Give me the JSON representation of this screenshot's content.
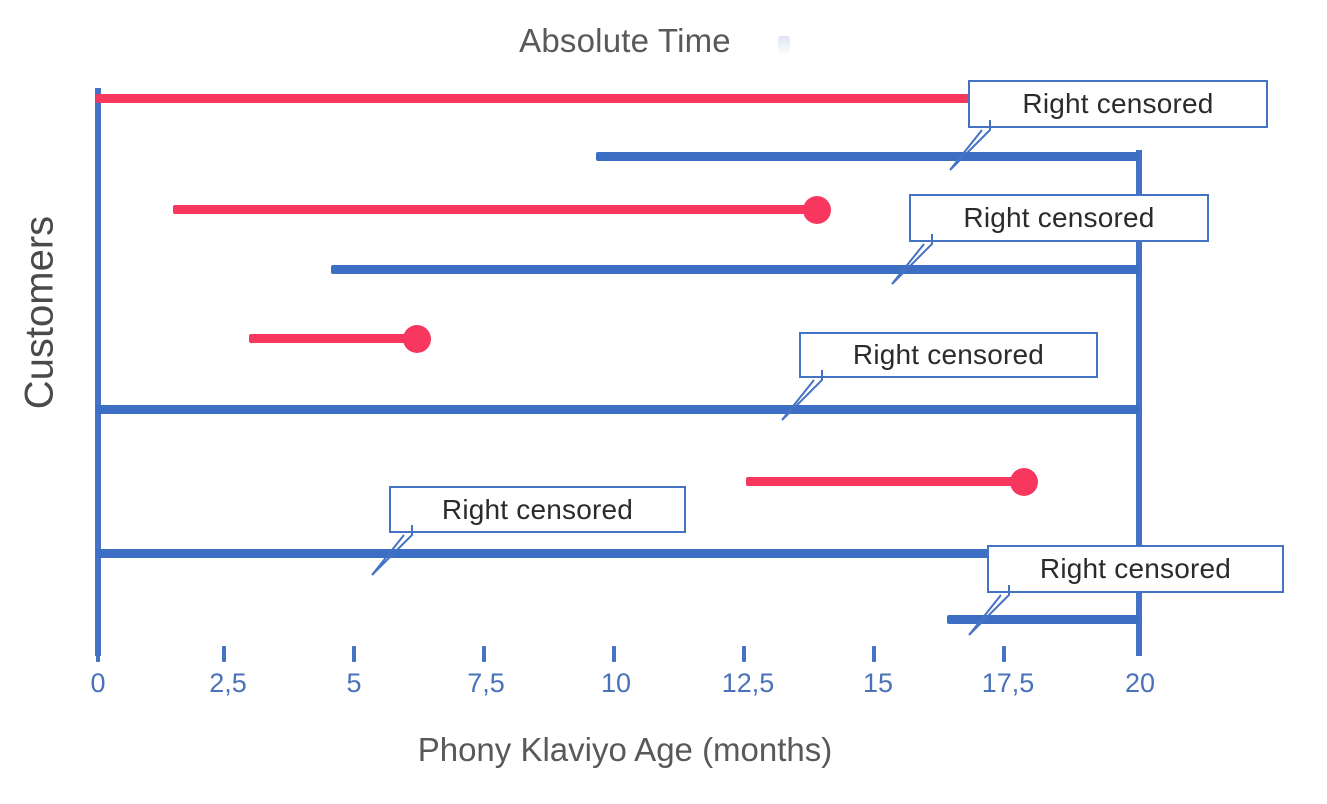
{
  "chart_data": {
    "type": "line",
    "title": "Absolute Time",
    "xlabel": "Phony Klaviyo Age (months)",
    "ylabel": "Customers",
    "xlim": [
      0,
      20
    ],
    "xticks": [
      0,
      2.5,
      5,
      7.5,
      10,
      12.5,
      15,
      17.5,
      20
    ],
    "xtick_labels": [
      "0",
      "2,5",
      "5",
      "7,5",
      "10",
      "12,5",
      "15",
      "17,5",
      "20"
    ],
    "grid": false,
    "legend": "none",
    "series": [
      {
        "name": "customer-1",
        "color": "#f7375e",
        "type": "red-segment",
        "start": 0,
        "end": 16.8,
        "event_marker": false,
        "censored": true
      },
      {
        "name": "customer-2",
        "color": "#3c6fc4",
        "type": "blue-segment",
        "start": 9.6,
        "end": 20,
        "event_marker": false,
        "censored": false
      },
      {
        "name": "customer-3",
        "color": "#f7375e",
        "type": "red-segment",
        "start": 1.45,
        "end": 13.8,
        "event_marker": true,
        "censored": true
      },
      {
        "name": "customer-4",
        "color": "#3c6fc4",
        "type": "blue-segment",
        "start": 4.5,
        "end": 20,
        "event_marker": false,
        "censored": false
      },
      {
        "name": "customer-5",
        "color": "#f7375e",
        "type": "red-segment",
        "start": 2.9,
        "end": 6.15,
        "event_marker": true,
        "censored": true
      },
      {
        "name": "customer-6",
        "color": "#3c6fc4",
        "type": "blue-segment",
        "start": 0,
        "end": 20,
        "event_marker": false,
        "censored": false
      },
      {
        "name": "customer-7",
        "color": "#f7375e",
        "type": "red-segment",
        "start": 12.45,
        "end": 17.8,
        "event_marker": true,
        "censored": true
      },
      {
        "name": "customer-8",
        "color": "#3c6fc4",
        "type": "blue-segment",
        "start": 0,
        "end": 20,
        "event_marker": false,
        "censored": true
      },
      {
        "name": "customer-9",
        "color": "#3c6fc4",
        "type": "blue-segment",
        "start": 16.3,
        "end": 20,
        "event_marker": false,
        "censored": false
      }
    ],
    "annotations": [
      {
        "id": "callout-1",
        "text": "Right censored"
      },
      {
        "id": "callout-2",
        "text": "Right censored"
      },
      {
        "id": "callout-3",
        "text": "Right censored"
      },
      {
        "id": "callout-4",
        "text": "Right censored"
      },
      {
        "id": "callout-5",
        "text": "Right censored"
      }
    ],
    "colors": {
      "axis": "#4472c4",
      "tick_label": "#4a72b8",
      "red_series": "#f7375e",
      "blue_series": "#3c6fc4",
      "callout_border": "#4472c4",
      "title_text": "#595959"
    }
  }
}
